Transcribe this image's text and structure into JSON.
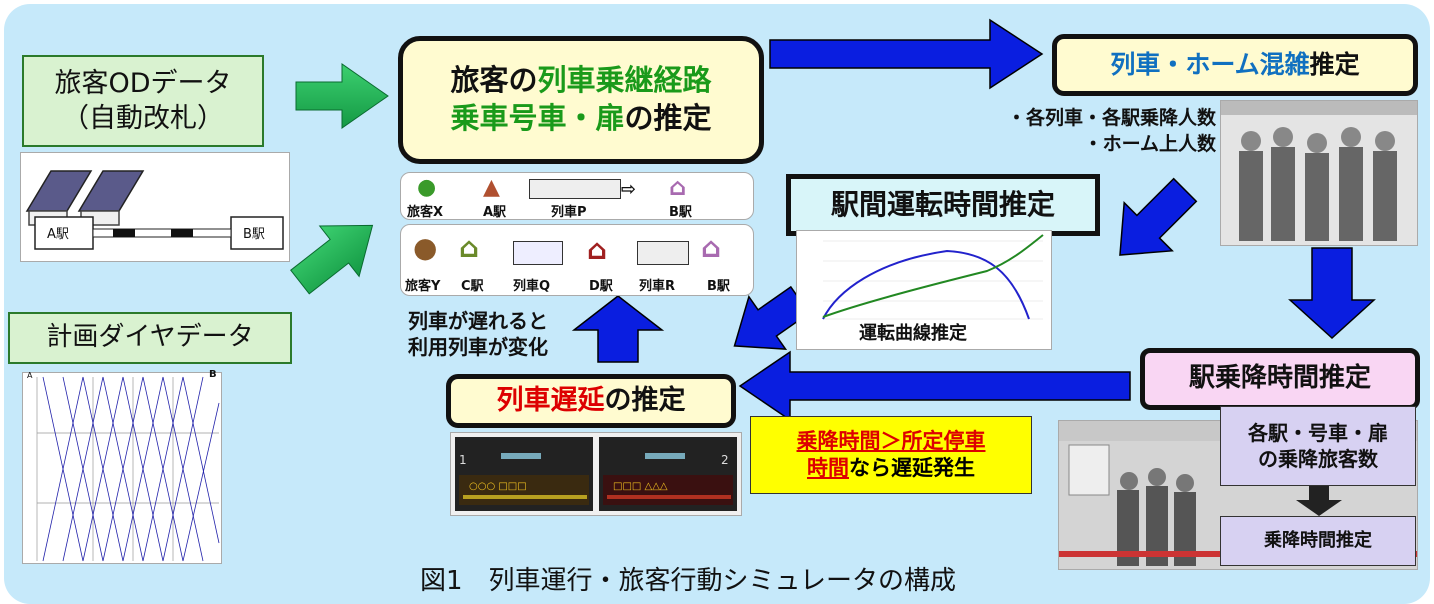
{
  "od_box": {
    "line1": "旅客ODデータ",
    "line2": "（自動改札）"
  },
  "gate": {
    "left_station": "A駅",
    "right_station": "B駅"
  },
  "plan_box": {
    "text": "計画ダイヤデータ"
  },
  "diagram_header": {
    "left": "A",
    "right": "B"
  },
  "route_box": {
    "line1_a": "旅客の",
    "line1_b": "列車乗継経路",
    "line2_a": "乗車号車・扉",
    "line2_b": "の推定"
  },
  "route_x": {
    "passenger": "旅客X",
    "origin": "A駅",
    "train": "列車P",
    "dest": "B駅"
  },
  "route_y": {
    "passenger": "旅客Y",
    "origin": "C駅",
    "train1": "列車Q",
    "transfer": "D駅",
    "train2": "列車R",
    "dest": "B駅"
  },
  "delay_note": {
    "line1": "列車が遅れると",
    "line2": "利用列車が変化"
  },
  "crowd_box": {
    "a": "列車・ホーム混雑",
    "b": "推定"
  },
  "crowd_notes": {
    "line1": "・各列車・各駅乗降人数",
    "line2": "・ホーム上人数"
  },
  "run_box": {
    "text": "駅間運転時間推定"
  },
  "run_chart": {
    "caption": "運転曲線推定"
  },
  "dwell_box": {
    "text": "駅乗降時間推定"
  },
  "dwell_detail": {
    "top_line1": "各駅・号車・扉",
    "top_line2": "の乗降旅客数",
    "bottom": "乗降時間推定"
  },
  "delay_box": {
    "a": "列車遅延",
    "b": "の推定"
  },
  "condition_box": {
    "line1": "乗降時間＞所定停車",
    "line2_a": "時間",
    "line2_b": "なら遅延発生"
  },
  "boards": {
    "left_num": "1",
    "right_num": "2"
  },
  "caption": {
    "text": "図1　列車運行・旅客行動シミュレータの構成"
  },
  "colors": {
    "panel": "#c6e9fa",
    "green_arrow": "#1faa55",
    "blue_arrow": "#0a1ee0",
    "curve_blue": "#2222cc",
    "curve_green": "#228822"
  }
}
